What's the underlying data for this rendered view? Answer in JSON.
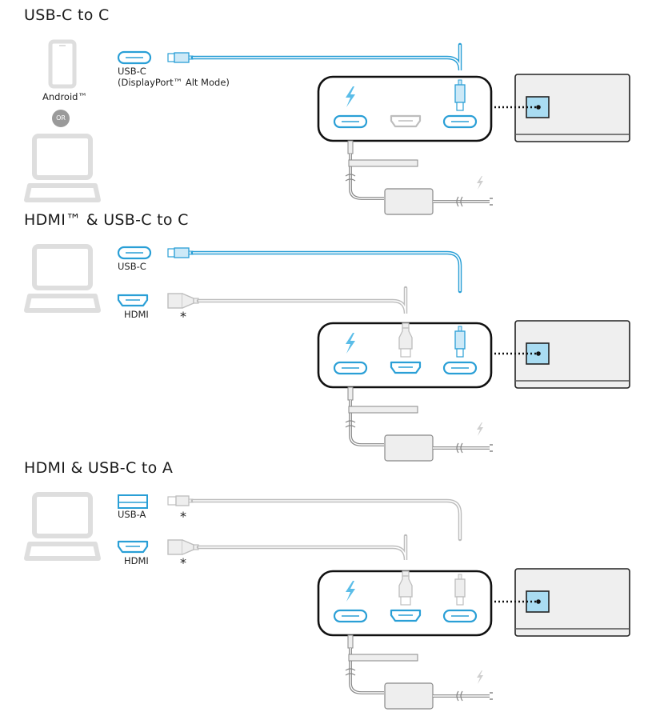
{
  "colors": {
    "accent": "#2a9fd6",
    "accent_fill": "#cde9f7",
    "gray_line": "#bdbdbd",
    "gray_fill": "#dedede",
    "hub_stroke": "#111111",
    "display_fill": "#efefef",
    "display_port_fill": "#a9dcf2",
    "or_badge": "#9a9a9a"
  },
  "sections": [
    {
      "title": "USB-C to C",
      "source_devices": [
        "phone",
        "laptop"
      ],
      "phone_label": "Android™",
      "or_label": "OR",
      "ports": [
        {
          "type": "usb-c",
          "label": "USB-C\n(DisplayPort™ Alt Mode)",
          "cable_color": "accent",
          "asterisk": false,
          "hub_port": "right"
        }
      ],
      "hub_ports": [
        {
          "type": "usb-c",
          "active": true,
          "role": "power-in"
        },
        {
          "type": "hdmi",
          "active": false
        },
        {
          "type": "usb-c",
          "active": true
        }
      ]
    },
    {
      "title": "HDMI™ & USB-C to C",
      "source_devices": [
        "laptop"
      ],
      "ports": [
        {
          "type": "usb-c",
          "label": "USB-C",
          "cable_color": "accent",
          "asterisk": false,
          "hub_port": "right"
        },
        {
          "type": "hdmi",
          "label": "HDMI",
          "cable_color": "gray",
          "asterisk": true,
          "hub_port": "middle"
        }
      ],
      "hub_ports": [
        {
          "type": "usb-c",
          "active": true,
          "role": "power-in"
        },
        {
          "type": "hdmi",
          "active": true
        },
        {
          "type": "usb-c",
          "active": true
        }
      ]
    },
    {
      "title": "HDMI & USB-C to A",
      "source_devices": [
        "laptop"
      ],
      "ports": [
        {
          "type": "usb-a",
          "label": "USB-A",
          "cable_color": "gray",
          "asterisk": true,
          "hub_port": "right"
        },
        {
          "type": "hdmi",
          "label": "HDMI",
          "cable_color": "gray",
          "asterisk": true,
          "hub_port": "middle"
        }
      ],
      "hub_ports": [
        {
          "type": "usb-c",
          "active": true,
          "role": "power-in"
        },
        {
          "type": "hdmi",
          "active": true
        },
        {
          "type": "usb-c",
          "active": true
        }
      ]
    }
  ],
  "asterisk": "*"
}
